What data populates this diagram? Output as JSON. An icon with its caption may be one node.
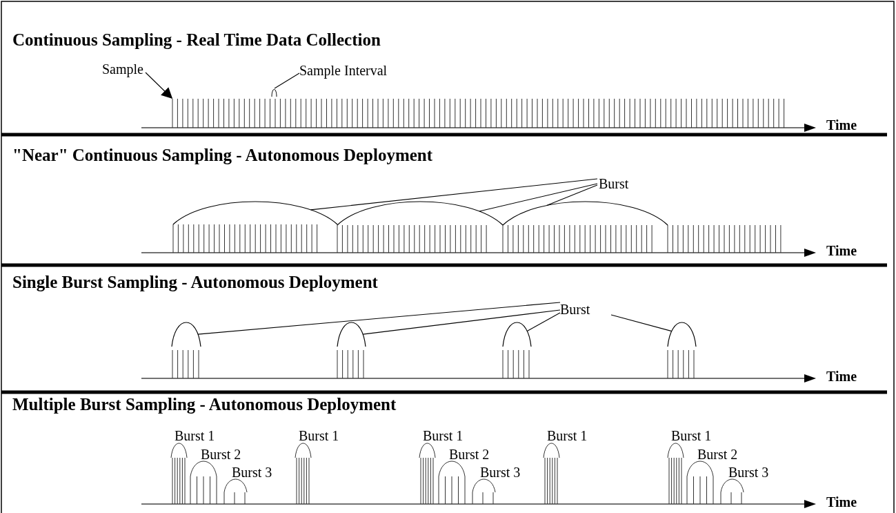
{
  "diagram": {
    "nodes": [
      {
        "text": [
          "Sample"
        ]
      },
      {
        "text": [
          "Sample Interval"
        ]
      },
      {
        "text": [
          "Burst"
        ]
      },
      {
        "text": [],
        "shape": "arc"
      },
      {
        "text": [],
        "shape": "arc"
      },
      {
        "text": [],
        "shape": "arc"
      },
      {
        "text": [
          "Burst"
        ]
      },
      {
        "text": [],
        "shape": "arc"
      },
      {
        "text": [],
        "shape": "arc"
      },
      {
        "text": [],
        "shape": "arc"
      },
      {
        "text": [],
        "shape": "arc"
      }
    ],
    "edges": [
      {
        "from": 0,
        "to": null,
        "arrow": "to"
      },
      {
        "from": 1,
        "to": null,
        "arrow": "none"
      },
      {
        "from": 2,
        "to": 3,
        "arrow": "none"
      },
      {
        "from": 2,
        "to": 4,
        "arrow": "none"
      },
      {
        "from": 2,
        "to": 5,
        "arrow": "none"
      },
      {
        "from": 6,
        "to": 7,
        "arrow": "none"
      },
      {
        "from": 6,
        "to": 8,
        "arrow": "none"
      },
      {
        "from": 6,
        "to": 9,
        "arrow": "none"
      },
      {
        "from": 6,
        "to": 10,
        "arrow": "none"
      }
    ],
    "labels": [
      "Continuous Sampling - Real Time Data Collection",
      "Time",
      "\"Near\" Continuous Sampling - Autonomous Deployment",
      "Time",
      "Single Burst Sampling - Autonomous Deployment",
      "Time",
      "Multiple Burst Sampling - Autonomous Deployment",
      "Burst 1",
      "Burst 1",
      "Burst 1",
      "Burst 1",
      "Burst 1",
      "Burst 2",
      "Burst 2",
      "Burst 2",
      "Burst 3",
      "Burst 3",
      "Burst 3",
      "Time"
    ]
  }
}
